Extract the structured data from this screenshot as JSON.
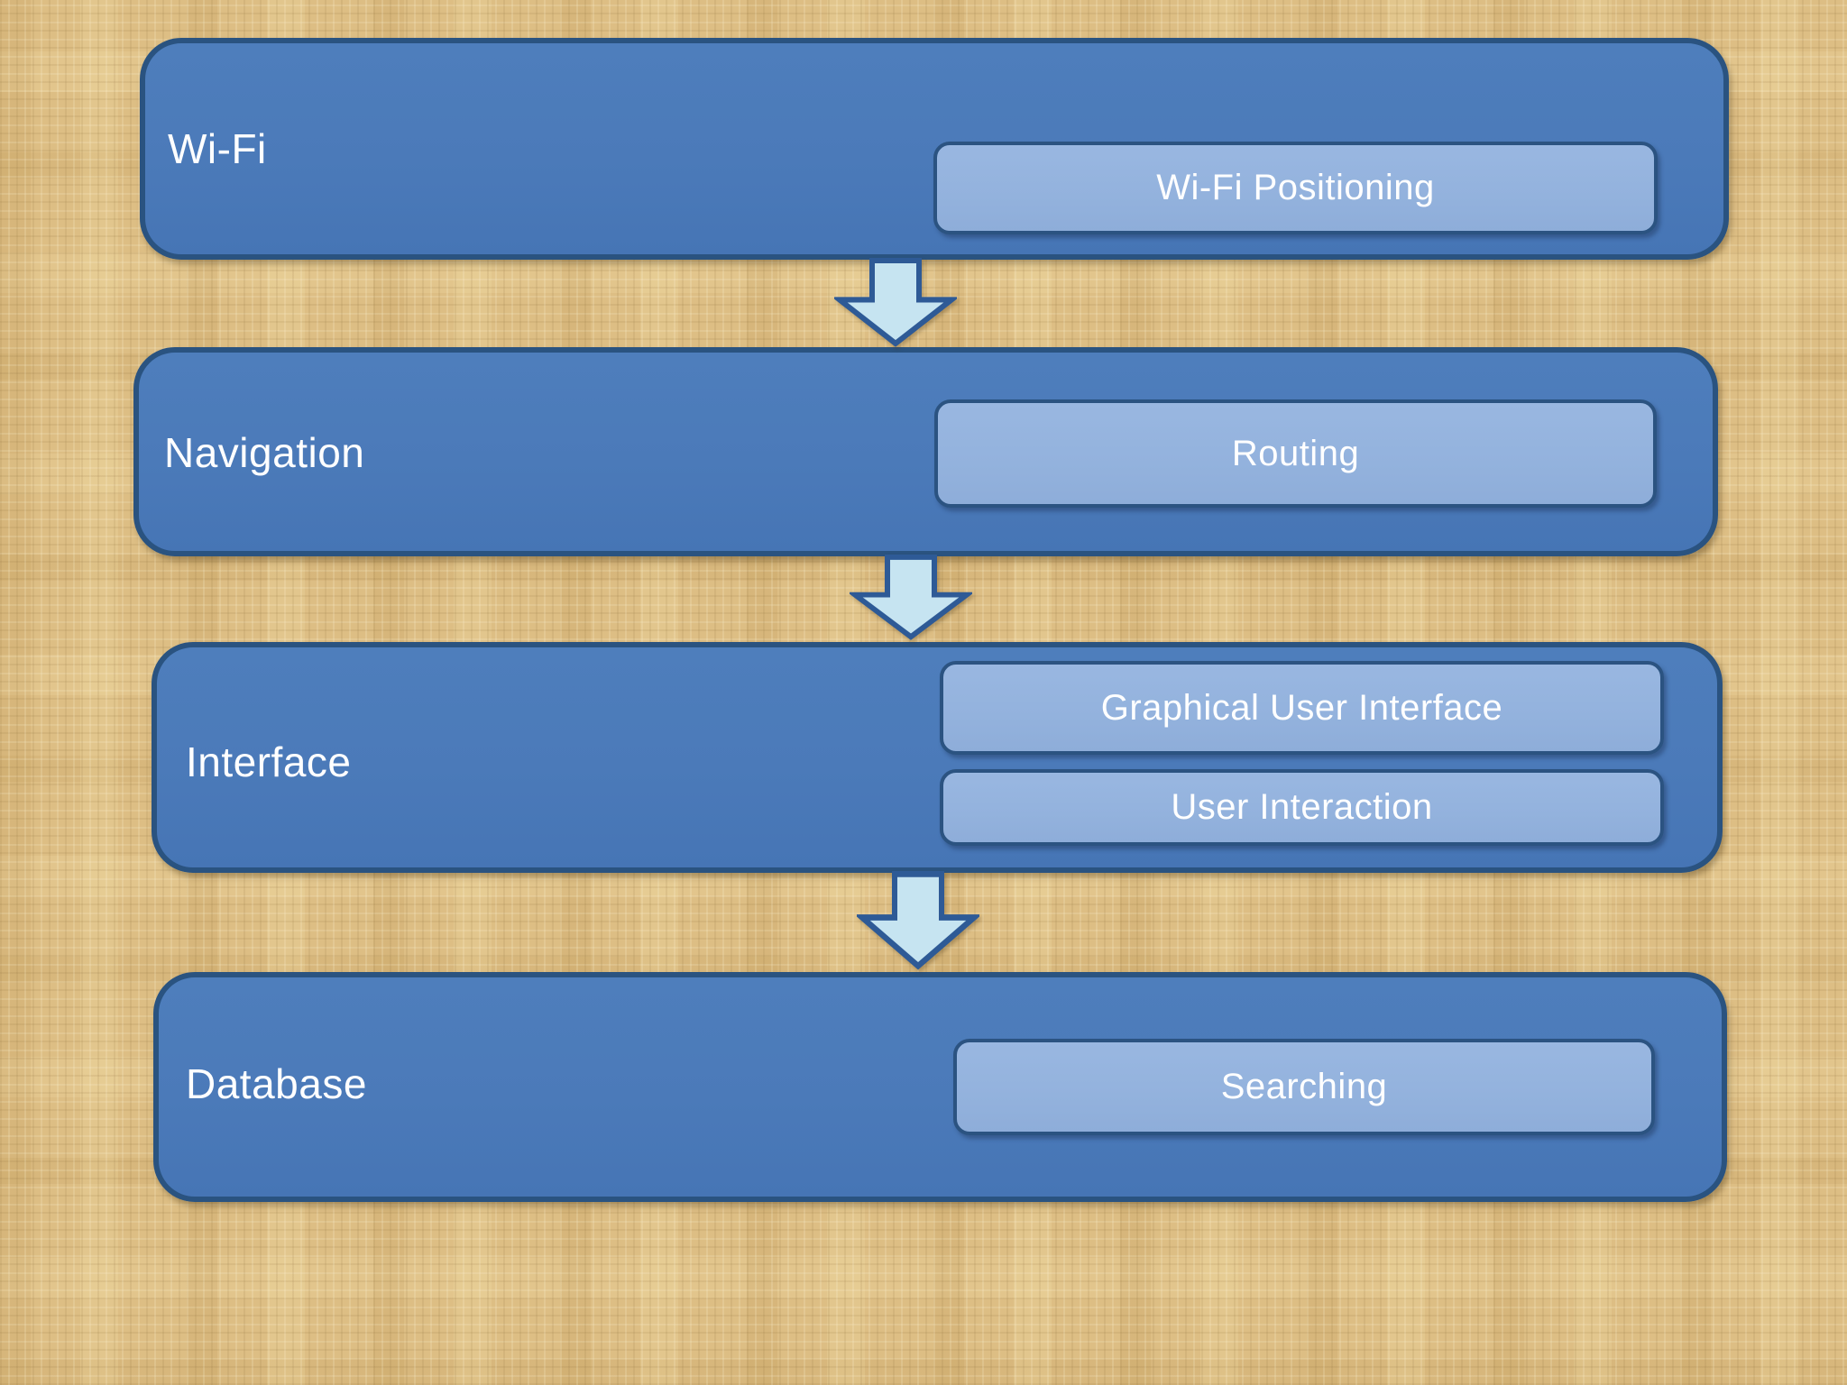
{
  "diagram": {
    "rows": [
      {
        "label": "Wi-Fi",
        "items": [
          {
            "label": "Wi-Fi Positioning"
          }
        ]
      },
      {
        "label": "Navigation",
        "items": [
          {
            "label": "Routing"
          }
        ]
      },
      {
        "label": "Interface",
        "items": [
          {
            "label": "Graphical User Interface"
          },
          {
            "label": "User Interaction"
          }
        ]
      },
      {
        "label": "Database",
        "items": [
          {
            "label": "Searching"
          }
        ]
      }
    ],
    "connectors": [
      {
        "type": "down-arrow",
        "from": "Wi-Fi",
        "to": "Navigation"
      },
      {
        "type": "down-arrow",
        "from": "Navigation",
        "to": "Interface"
      },
      {
        "type": "down-arrow",
        "from": "Interface",
        "to": "Database"
      }
    ],
    "colors": {
      "background": "#DDBE84",
      "block_fill": "#4B7AB9",
      "block_border": "#2A5380",
      "item_fill": "#93B2DD",
      "item_border": "#2B5381",
      "arrow_fill": "#C6E4F1",
      "arrow_border": "#2E5A96",
      "text": "#FFFFFF"
    }
  }
}
